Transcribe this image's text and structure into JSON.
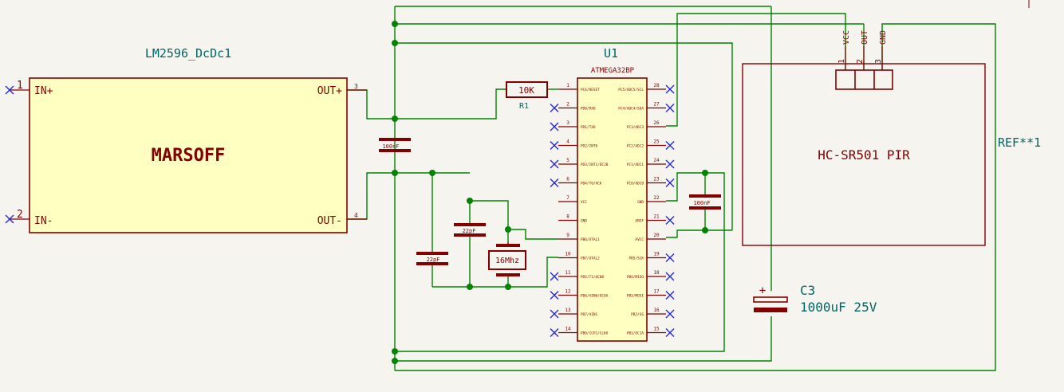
{
  "dcdc": {
    "ref": "LM2596_DcDc1",
    "value": "MARSOFF",
    "pin_in_plus_name": "IN+",
    "pin_in_minus_name": "IN-",
    "pin_out_plus_name": "OUT+",
    "pin_out_minus_name": "OUT-",
    "pin_in_plus_num": "1",
    "pin_in_minus_num": "2",
    "pin_out_plus_num": "3",
    "pin_out_minus_num": "4"
  },
  "mcu": {
    "ref": "U1",
    "value": "ATMEGA32BP",
    "left_pins": [
      {
        "num": "1",
        "name": "PC6/RESET"
      },
      {
        "num": "2",
        "name": "PD0/RXD"
      },
      {
        "num": "3",
        "name": "PD1/TXD"
      },
      {
        "num": "4",
        "name": "PD2/INT0"
      },
      {
        "num": "5",
        "name": "PD3/INT1/OC2B"
      },
      {
        "num": "6",
        "name": "PD4/T0/XCK"
      },
      {
        "num": "7",
        "name": "VCC"
      },
      {
        "num": "8",
        "name": "GND"
      },
      {
        "num": "9",
        "name": "PB6/XTAL1"
      },
      {
        "num": "10",
        "name": "PB7/XTAL2"
      },
      {
        "num": "11",
        "name": "PD5/T1/OC0B"
      },
      {
        "num": "12",
        "name": "PD6/AIN0/OC0A"
      },
      {
        "num": "13",
        "name": "PD7/AIN1"
      },
      {
        "num": "14",
        "name": "PB0/ICP1/CLKO"
      }
    ],
    "right_pins": [
      {
        "num": "28",
        "name": "PC5/ADC5/SCL"
      },
      {
        "num": "27",
        "name": "PC4/ADC4/SDA"
      },
      {
        "num": "26",
        "name": "PC3/ADC3"
      },
      {
        "num": "25",
        "name": "PC2/ADC2"
      },
      {
        "num": "24",
        "name": "PC1/ADC1"
      },
      {
        "num": "23",
        "name": "PC0/ADC0"
      },
      {
        "num": "22",
        "name": "GND"
      },
      {
        "num": "21",
        "name": "AREF"
      },
      {
        "num": "20",
        "name": "AVCC"
      },
      {
        "num": "19",
        "name": "PB5/SCK"
      },
      {
        "num": "18",
        "name": "PB4/MISO"
      },
      {
        "num": "17",
        "name": "PB3/MOSI"
      },
      {
        "num": "16",
        "name": "PB2/SS"
      },
      {
        "num": "15",
        "name": "PB1/OC1A"
      }
    ]
  },
  "r1": {
    "ref": "R1",
    "value": "10K"
  },
  "c_bulk": {
    "value": "100nF"
  },
  "c_avcc": {
    "value": "100nF"
  },
  "c_xtal1": {
    "value": "22pF"
  },
  "c_xtal2": {
    "value": "22pF"
  },
  "crystal": {
    "value": "16Mhz"
  },
  "c3": {
    "ref": "C3",
    "value": "1000uF 25V",
    "polarity": "+"
  },
  "pir": {
    "ref": "REF**1",
    "value": "HC-SR501 PIR",
    "pins": [
      {
        "num": "1",
        "name": "VCC"
      },
      {
        "num": "2",
        "name": "OUT"
      },
      {
        "num": "3",
        "name": "GND"
      }
    ]
  }
}
